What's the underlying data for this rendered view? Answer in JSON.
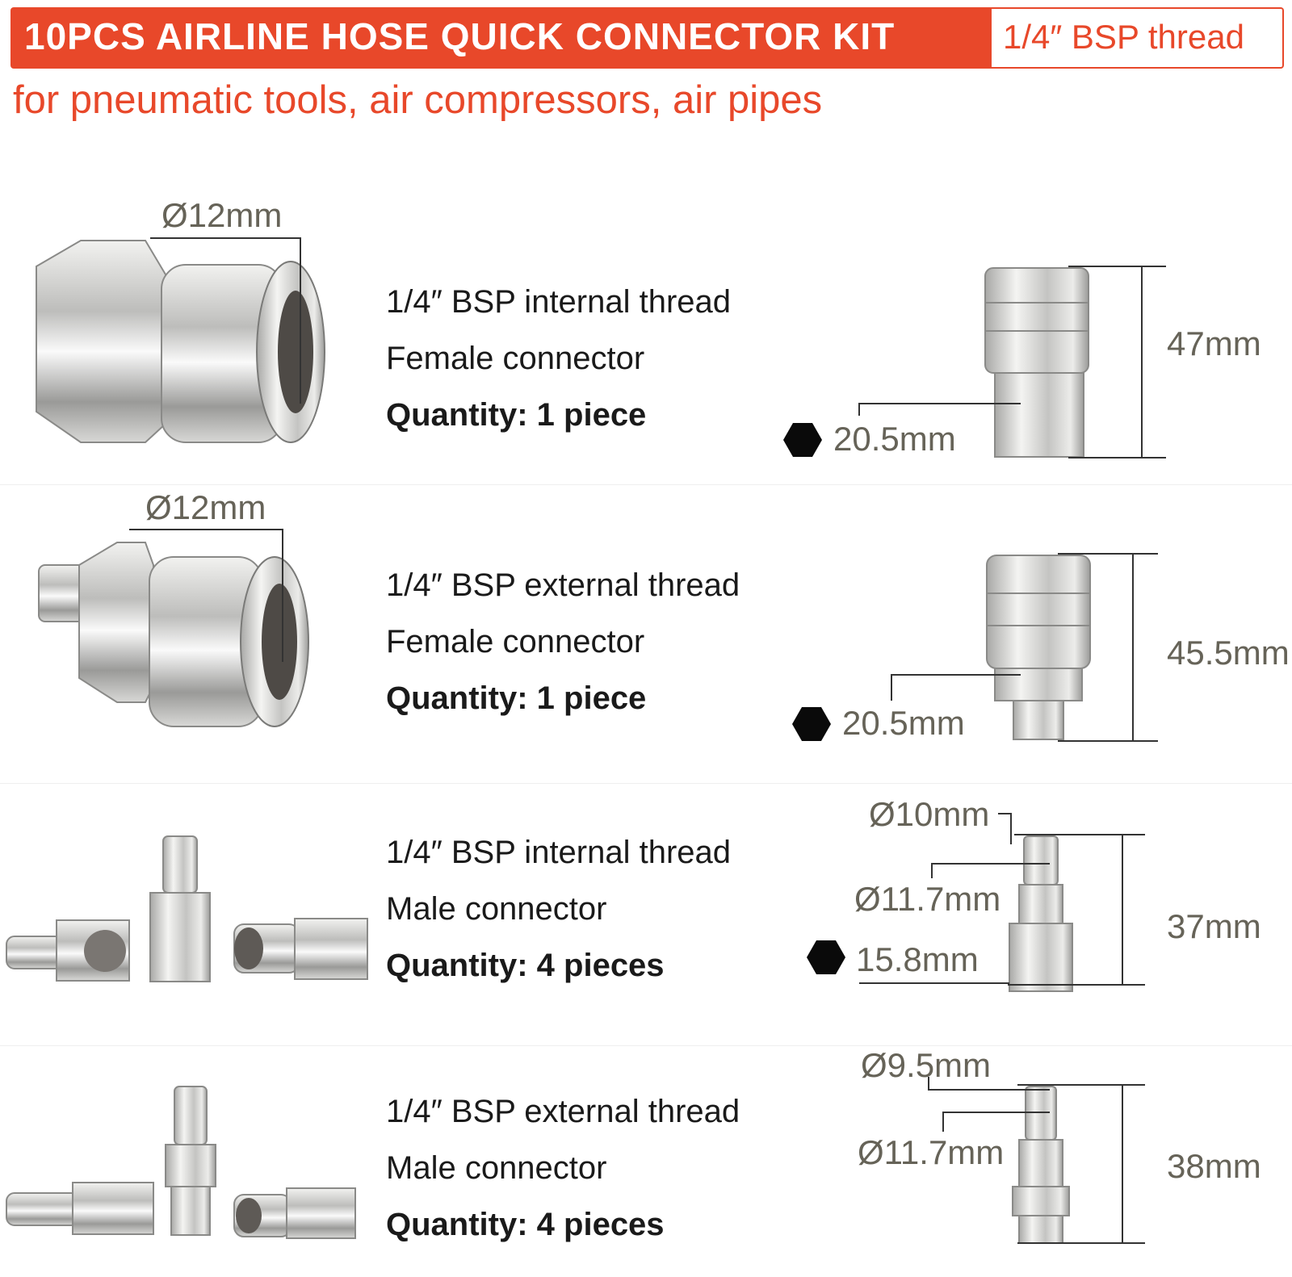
{
  "header": {
    "title": "10PCS AIRLINE HOSE QUICK CONNECTOR KIT",
    "thread": "1/4″ BSP thread",
    "subtitle": "for pneumatic tools, air compressors, air pipes"
  },
  "products": [
    {
      "thread": "1/4″ BSP internal thread",
      "type": "Female connector",
      "quantity": "Quantity: 1 piece",
      "diameter": "Ø12mm",
      "hex": "20.5mm",
      "length": "47mm"
    },
    {
      "thread": "1/4″ BSP external thread",
      "type": "Female connector",
      "quantity": "Quantity: 1 piece",
      "diameter": "Ø12mm",
      "hex": "20.5mm",
      "length": "45.5mm"
    },
    {
      "thread": "1/4″ BSP internal thread",
      "type": "Male connector",
      "quantity": "Quantity: 4 pieces",
      "diameter_tip": "Ø10mm",
      "diameter_body": "Ø11.7mm",
      "hex": "15.8mm",
      "length": "37mm"
    },
    {
      "thread": "1/4″ BSP external thread",
      "type": "Male connector",
      "quantity": "Quantity: 4 pieces",
      "diameter_tip": "Ø9.5mm",
      "diameter_body": "Ø11.7mm",
      "length": "38mm"
    }
  ],
  "colors": {
    "accent": "#e8482a",
    "dimension_text": "#666358",
    "metal": "#c8c8c6"
  }
}
